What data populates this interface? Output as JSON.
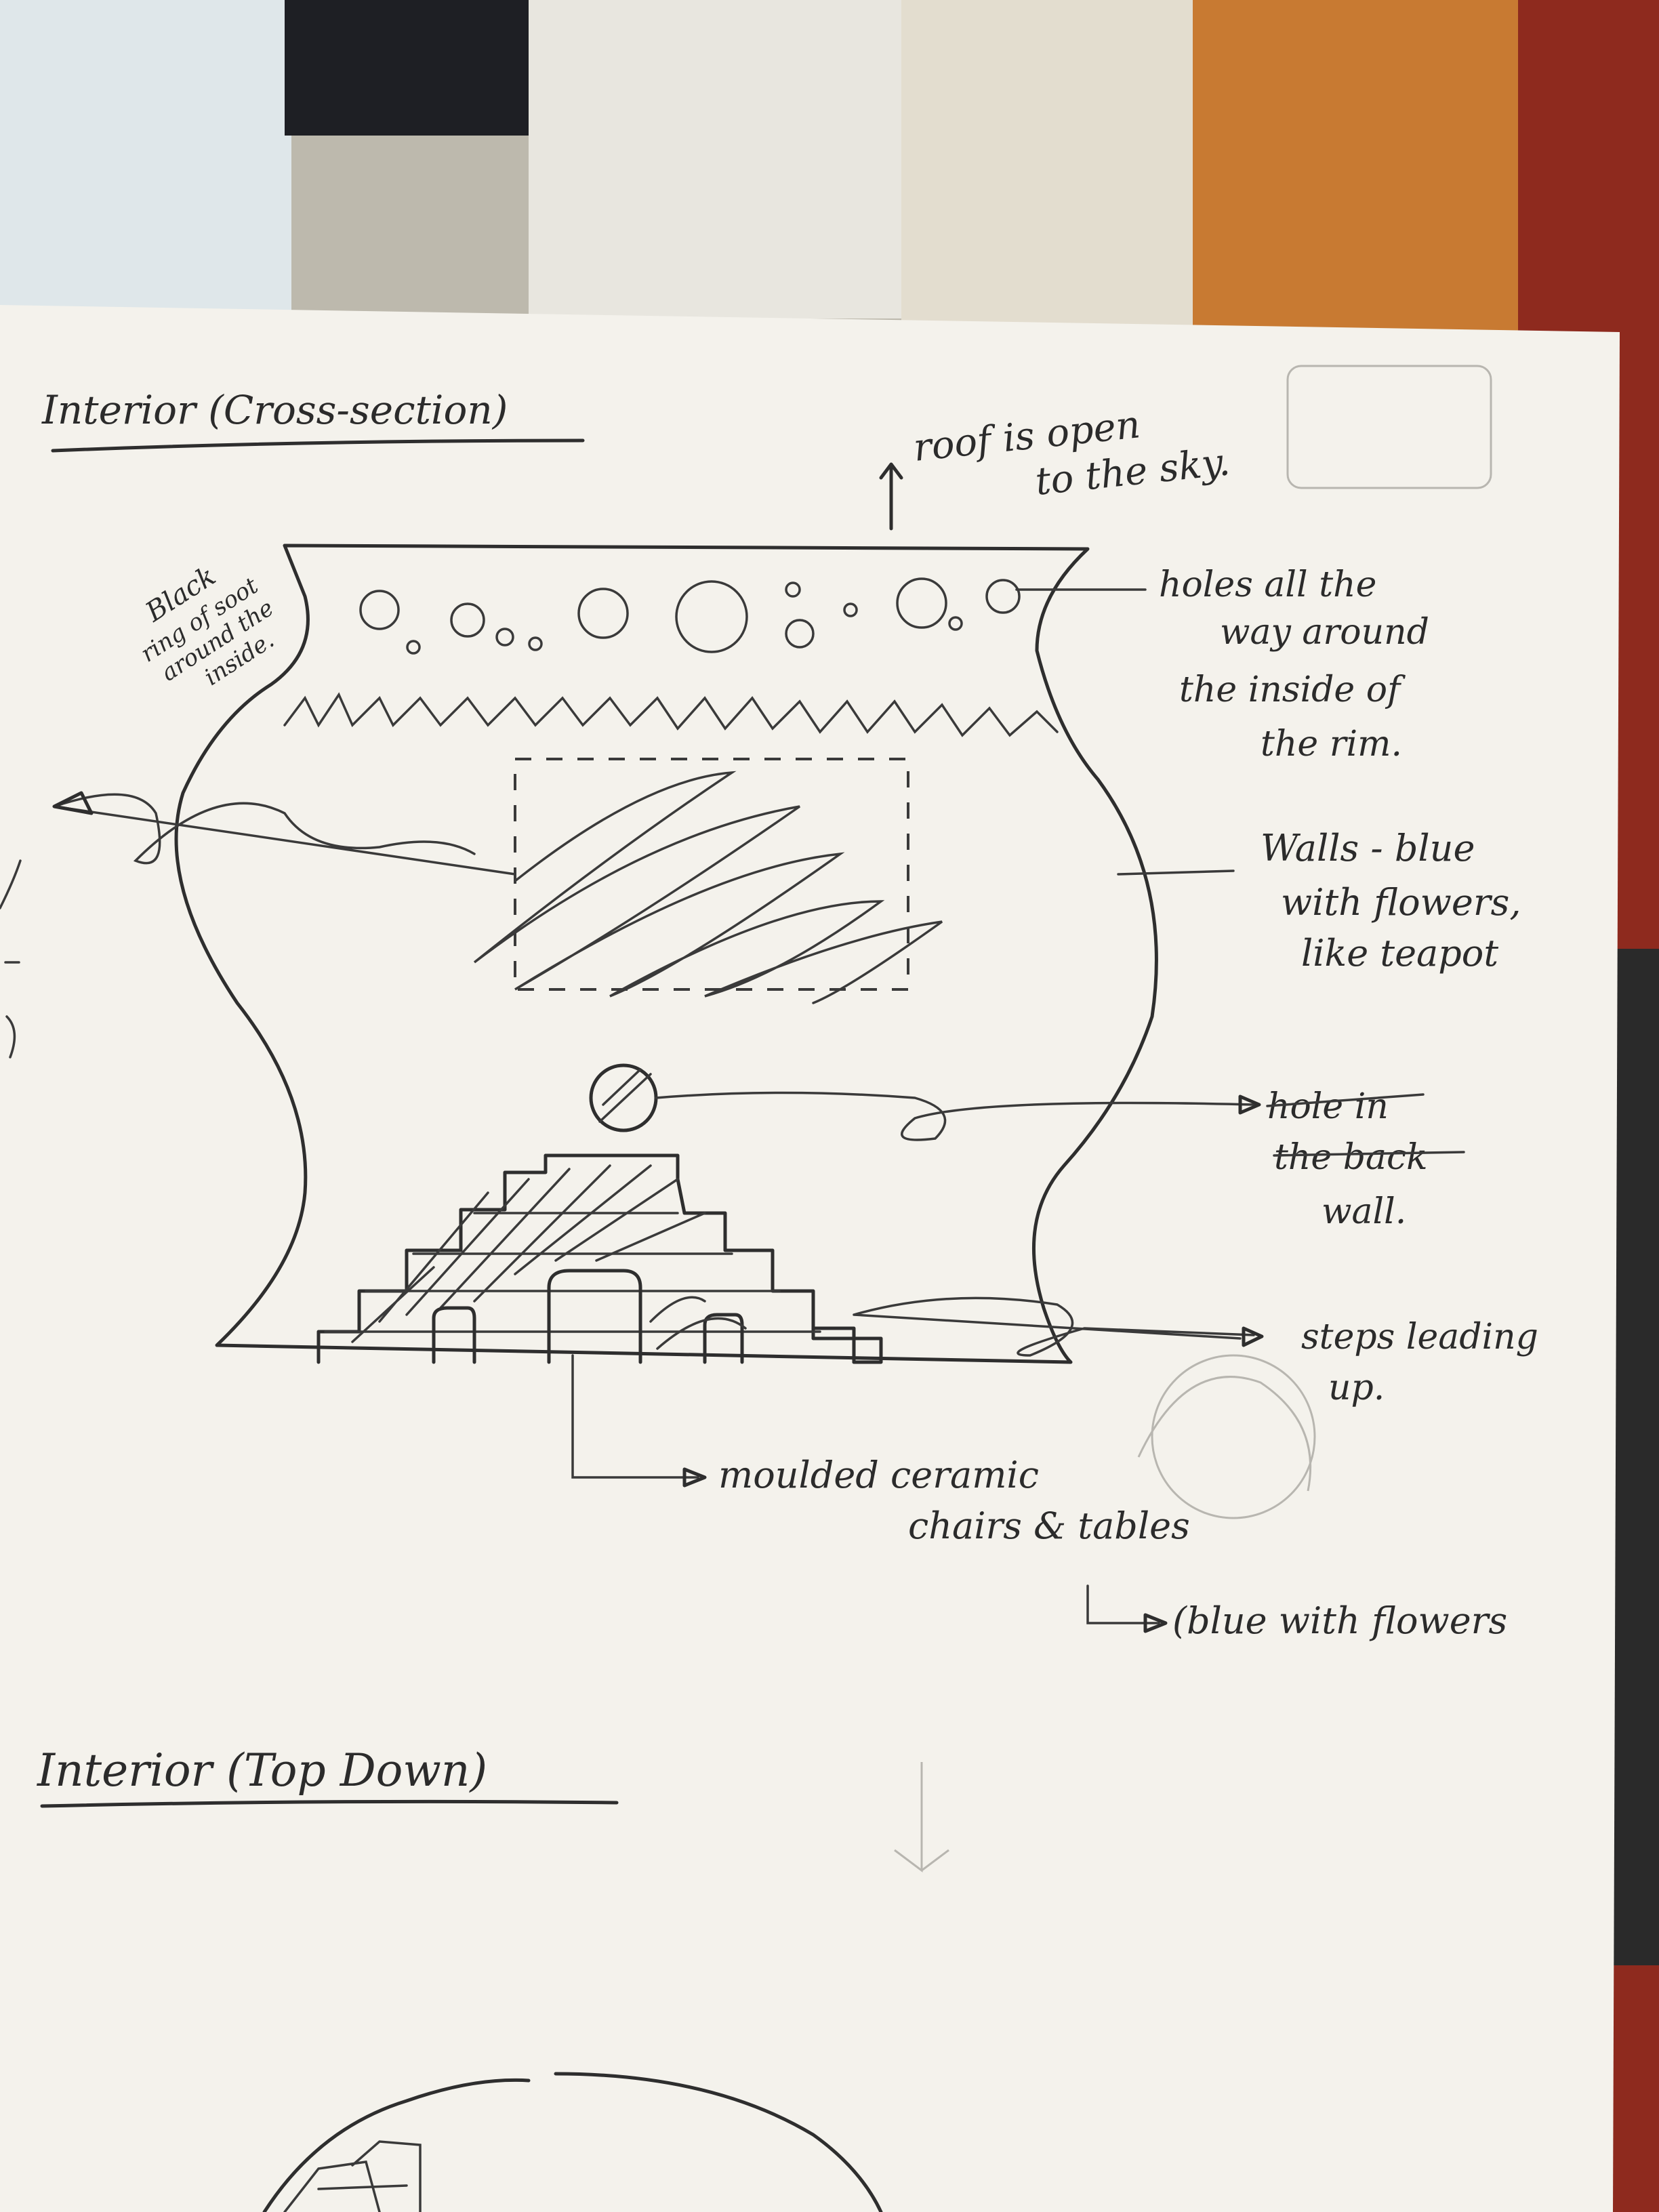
{
  "colors": {
    "paper": "#f4f2ec",
    "ink": "#2e2e2e",
    "wall_orange": "#c87a32",
    "wall_red": "#8e2a1e",
    "door_white": "#ecebe6"
  },
  "sketch": {
    "heading_cross_section": "Interior (Cross-section)",
    "heading_top_down": "Interior (Top Down)",
    "annotations": {
      "roof": [
        "roof is open",
        "to the sky."
      ],
      "soot": [
        "Black",
        "ring of soot",
        "around the",
        "inside."
      ],
      "holes": [
        "holes all the",
        "way around",
        "the inside of",
        "the rim."
      ],
      "walls": [
        "Walls - blue",
        "with flowers,",
        "like teapot"
      ],
      "hole_back": [
        "hole in",
        "the back",
        "wall."
      ],
      "steps": [
        "steps leading",
        "up."
      ],
      "furniture": [
        "moulded ceramic",
        "chairs & tables"
      ],
      "furniture_note": "(blue with flowers"
    }
  }
}
